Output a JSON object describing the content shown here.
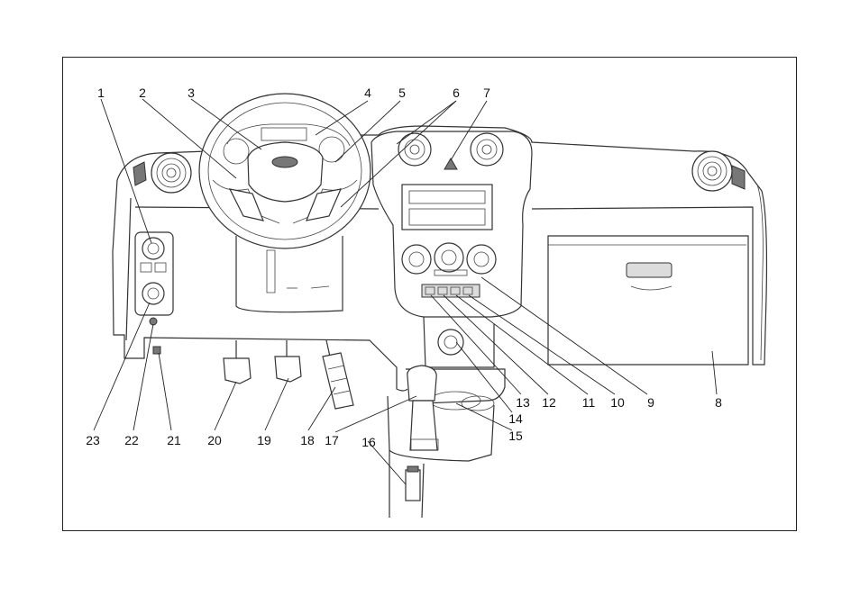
{
  "callouts": {
    "c1": "1",
    "c2": "2",
    "c3": "3",
    "c4": "4",
    "c5": "5",
    "c6": "6",
    "c7": "7",
    "c8": "8",
    "c9": "9",
    "c10": "10",
    "c11": "11",
    "c12": "12",
    "c13": "13",
    "c14": "14",
    "c15": "15",
    "c16": "16",
    "c17": "17",
    "c18": "18",
    "c19": "19",
    "c20": "20",
    "c21": "21",
    "c22": "22",
    "c23": "23"
  },
  "icons": {
    "steering_wheel": "steering-wheel-icon",
    "hazard": "hazard-triangle-icon",
    "gear_knob": "gear-shift-icon"
  },
  "colors": {
    "line": "#333333",
    "shade": "#dcdcdc",
    "background": "#ffffff"
  }
}
